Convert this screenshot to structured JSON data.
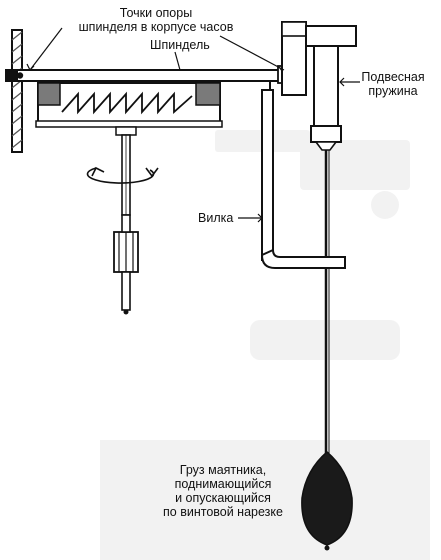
{
  "labels": {
    "spindle_pivots": [
      "Точки опоры",
      "шпинделя в корпусе часов"
    ],
    "spindle": "Шпиндель",
    "suspension_spring": [
      "Подвесная",
      "пружина"
    ],
    "fork": "Вилка",
    "pendulum_bob": [
      "Груз маятника,",
      "поднимающийся",
      "и опускающийся",
      "по винтовой нарезке"
    ]
  },
  "colors": {
    "ink": "#111111",
    "wall_hatch": "#555555",
    "block_fill": "#7a7a7a",
    "bob_fill": "#1a1a1a",
    "background": "#ffffff"
  }
}
